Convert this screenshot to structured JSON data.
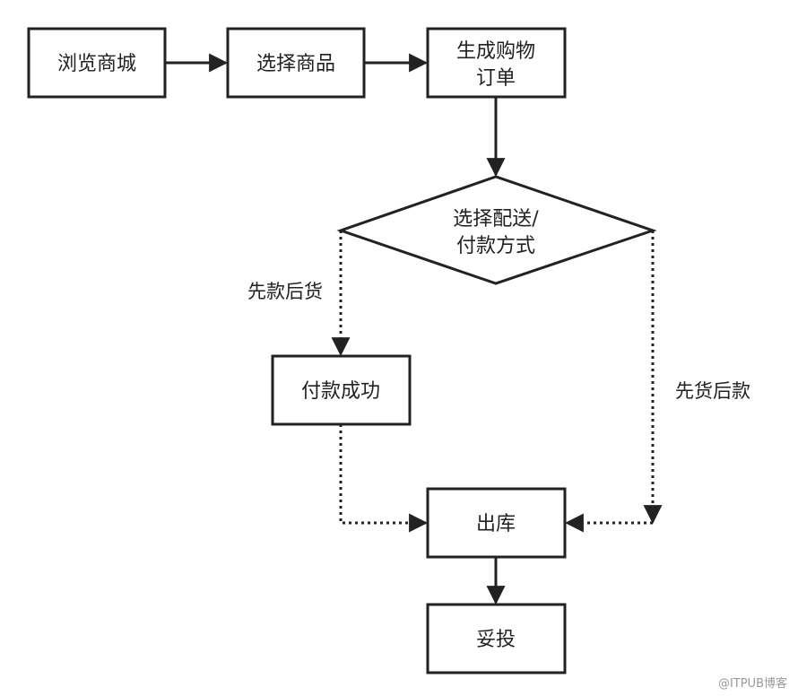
{
  "diagram": {
    "nodes": {
      "browse_mall": "浏览商城",
      "select_goods": "选择商品",
      "generate_order_line1": "生成购物",
      "generate_order_line2": "订单",
      "choose_method_line1": "选择配送/",
      "choose_method_line2": "付款方式",
      "payment_success": "付款成功",
      "outbound": "出库",
      "delivered": "妥投"
    },
    "edge_labels": {
      "pay_first": "先款后货",
      "goods_first": "先货后款"
    },
    "watermark": "@ITPUB博客",
    "colors": {
      "stroke": "#222222",
      "text": "#222222",
      "background": "#ffffff",
      "watermark": "#9a9a9a"
    }
  }
}
